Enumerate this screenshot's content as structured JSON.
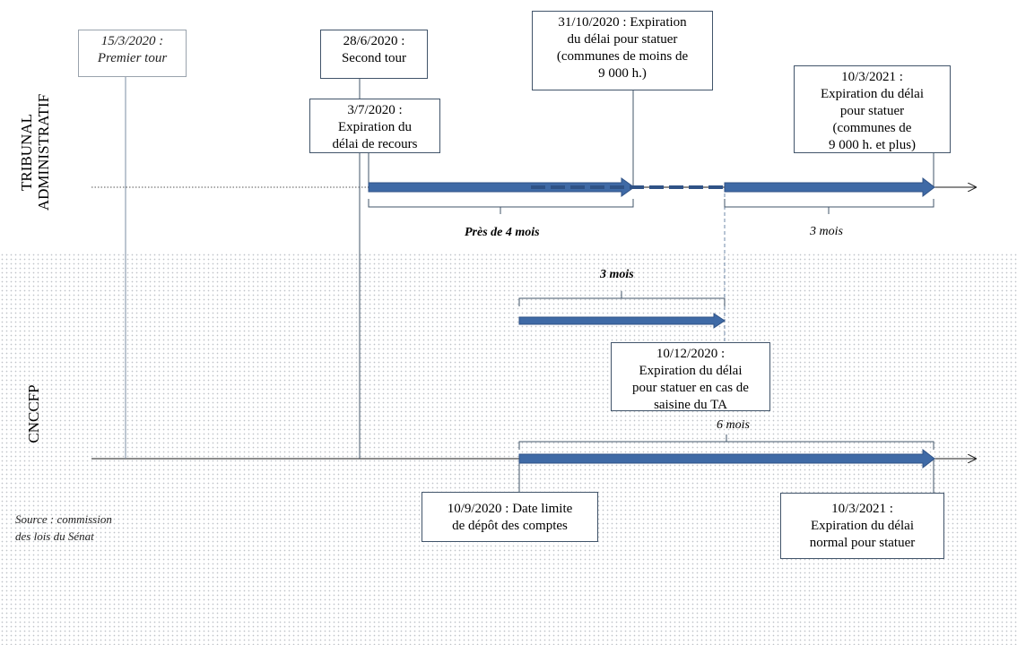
{
  "rows": {
    "top_label": "TRIBUNAL ADMINISTRATIF",
    "bottom_label": "CNCCFP"
  },
  "boxes": {
    "first_round": {
      "date": "15/3/2020 :",
      "text": "Premier tour"
    },
    "second_round": {
      "date": "28/6/2020 :",
      "text": "Second tour"
    },
    "appeal_deadline": {
      "date": "3/7/2020 :",
      "line1": "Expiration du",
      "line2": "délai de recours"
    },
    "ruling_small": {
      "line1": "31/10/2020 : Expiration",
      "line2": "du délai pour statuer",
      "line3": "(communes de moins de",
      "line4": "9 000 h.)"
    },
    "ruling_large": {
      "date": "10/3/2021 :",
      "line1": "Expiration du délai",
      "line2": "pour statuer",
      "line3": "(communes de",
      "line4": "9 000 h. et plus)"
    },
    "cnccfp_ta": {
      "date": "10/12/2020 :",
      "line1": "Expiration du délai",
      "line2": "pour statuer en cas de",
      "line3": "saisine du TA"
    },
    "accounts_deadline": {
      "line1": "10/9/2020 : Date limite",
      "line2": "de dépôt des comptes"
    },
    "cnccfp_normal": {
      "date": "10/3/2021 :",
      "line1": "Expiration du délai",
      "line2": "normal pour statuer"
    }
  },
  "durations": {
    "near_4_months": "Près de 4 mois",
    "three_months_top": "3 mois",
    "three_months_mid": "3 mois",
    "six_months": "6 mois"
  },
  "source": {
    "line1": "Source : commission",
    "line2": "des lois  du Sénat"
  },
  "colors": {
    "arrow_fill": "#3f6aa6",
    "arrow_stroke": "#2f5286",
    "box_border": "#41546a",
    "axis": "#1a1a1a"
  }
}
